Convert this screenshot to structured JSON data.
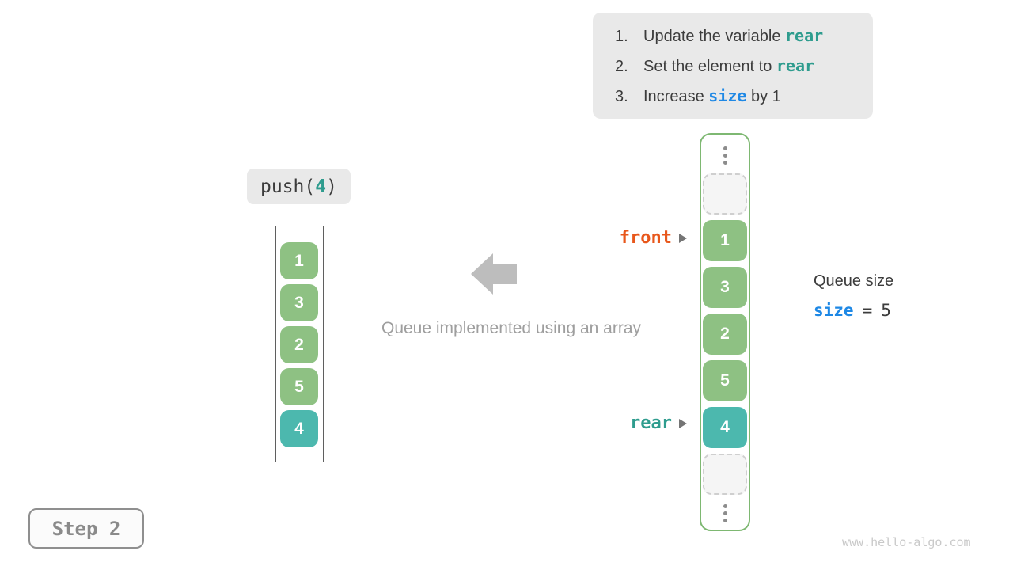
{
  "colors": {
    "box_green": "#8EC183",
    "box_teal": "#4CB8AE",
    "array_border_green": "#7EB872",
    "front_label_orange": "#E8571B",
    "rear_label_teal": "#2E9C8E",
    "size_blue": "#1E88E5",
    "note_background": "#E9E9E9",
    "muted_gray": "#9E9E9E"
  },
  "icons": {
    "left_arrow": "block-arrow-left",
    "pointer_arrow": "triangle-right",
    "ellipsis": "vertical-dots"
  },
  "instructions": {
    "items": [
      {
        "num": "1.",
        "prefix": "Update the variable ",
        "code": "rear",
        "suffix": ""
      },
      {
        "num": "2.",
        "prefix": "Set the element to ",
        "code": "rear",
        "suffix": ""
      },
      {
        "num": "3.",
        "prefix": "Increase ",
        "code": "size",
        "suffix": " by 1"
      }
    ]
  },
  "push_label": {
    "fn": "push(",
    "arg": "4",
    "close": ")"
  },
  "left_stack": {
    "values": [
      "1",
      "3",
      "2",
      "5",
      "4"
    ]
  },
  "center": {
    "caption": "Queue implemented using an array"
  },
  "array": {
    "cells": [
      "1",
      "3",
      "2",
      "5",
      "4"
    ],
    "front_label": "front",
    "rear_label": "rear"
  },
  "queue_size": {
    "title": "Queue size",
    "variable": "size",
    "equals": "=",
    "value": "5"
  },
  "step_badge": "Step 2",
  "watermark": "www.hello-algo.com"
}
